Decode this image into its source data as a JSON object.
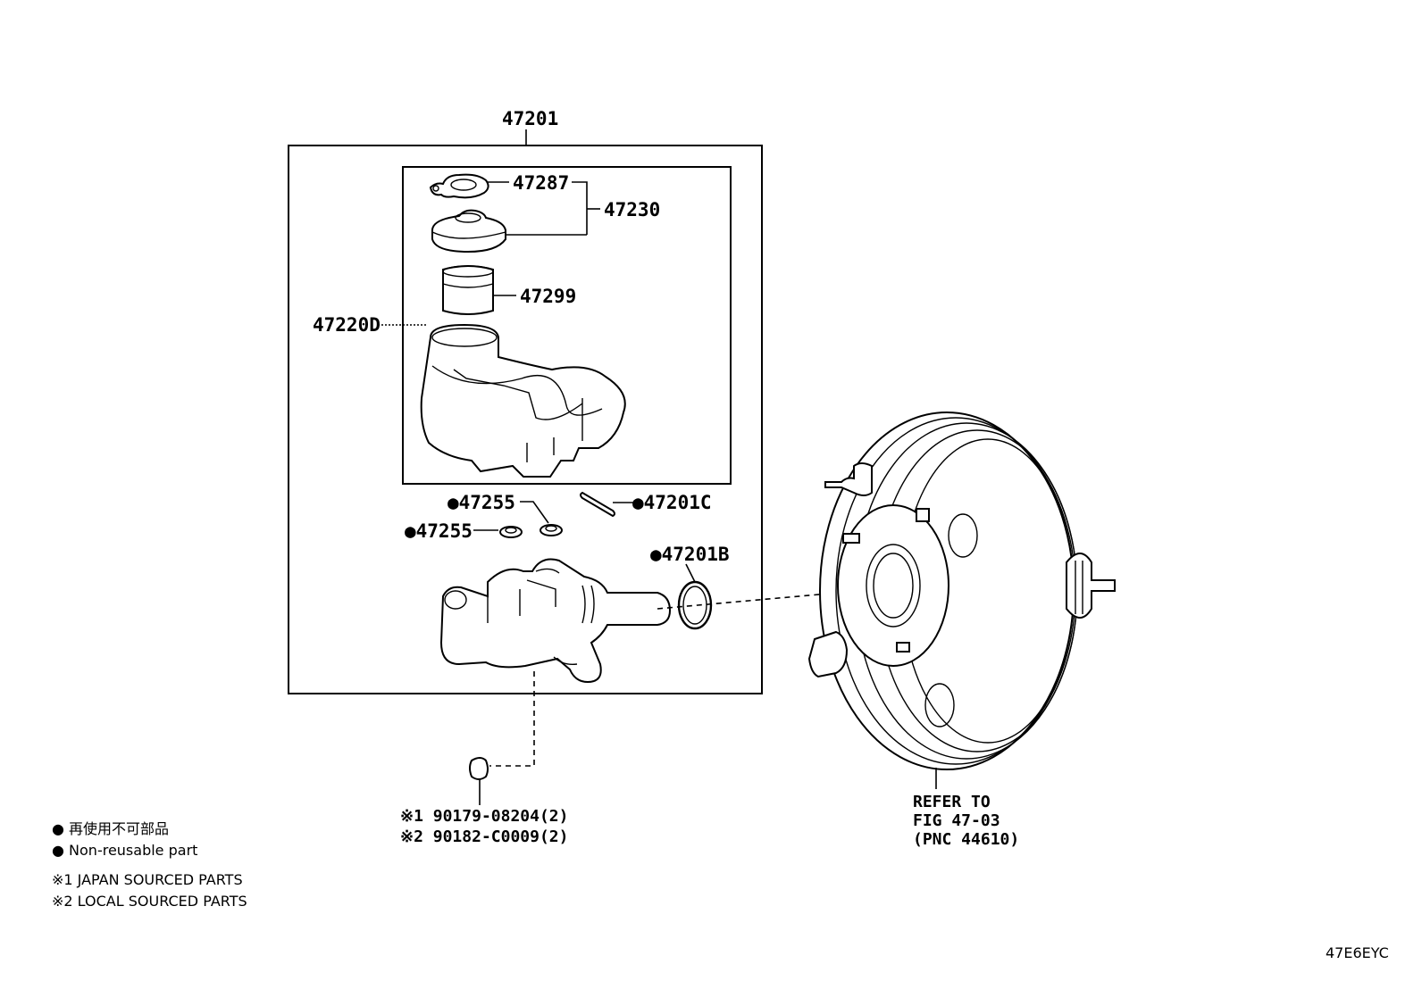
{
  "labels": {
    "assembly": "47201",
    "reservoir_set": "47220D",
    "reservoir_cap_seal": "47287",
    "reservoir_cap": "47230",
    "strainer": "47299",
    "grommet_top": "●47255",
    "grommet_left": "●47255",
    "pin": "●47201C",
    "o_ring": "●47201B",
    "bolt_line_1": "※1 90179-08204(2)",
    "bolt_line_2": "※2 90182-C0009(2)",
    "refer_line_1": "REFER TO",
    "refer_line_2": "FIG 47-03",
    "refer_line_3": "(PNC 44610)"
  },
  "legend": {
    "item_1": "● 再使用不可部品",
    "item_2": "● Non-reusable part",
    "note_1": "※1 JAPAN SOURCED PARTS",
    "note_2": "※2 LOCAL SOURCED PARTS"
  },
  "illustration_code": "47E6EYC"
}
